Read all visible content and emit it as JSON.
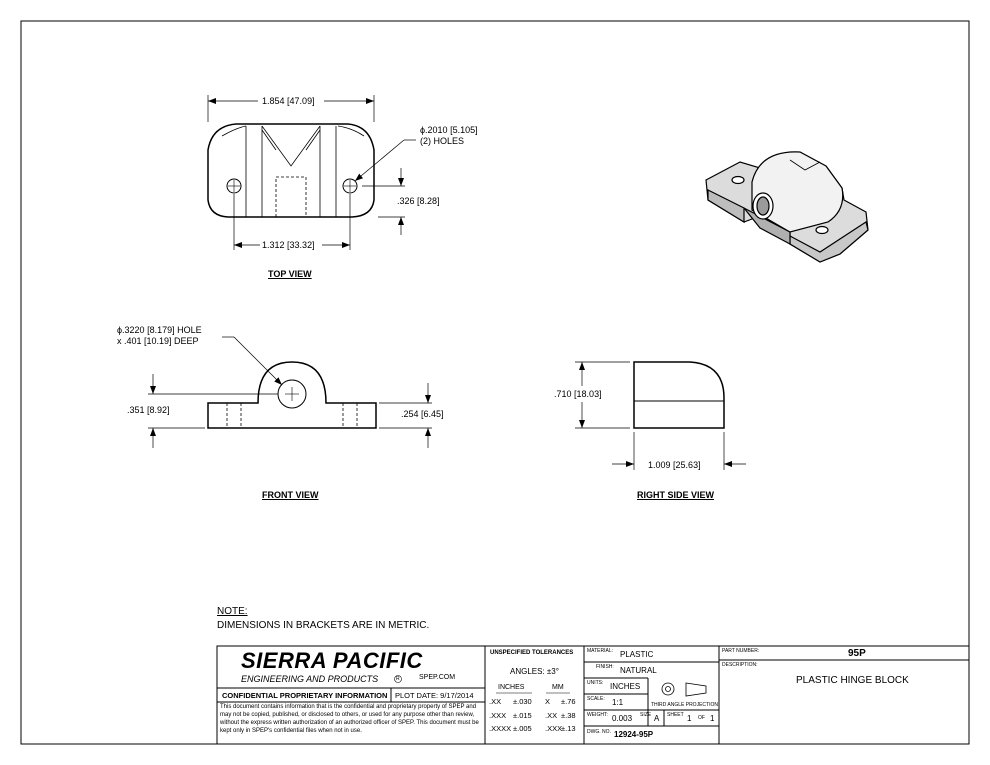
{
  "views": {
    "top": {
      "label": "TOP VIEW",
      "overall_width": {
        "in": "1.854",
        "mm": "[47.09]"
      },
      "hole_callout_1": "ϕ.2010 [5.105]",
      "hole_callout_2": "(2) HOLES",
      "hole_spacing": {
        "in": "1.312",
        "mm": "[33.32]"
      },
      "hole_offset": {
        "in": ".326",
        "mm": "[8.28]"
      }
    },
    "front": {
      "label": "FRONT VIEW",
      "bore_callout_1": "ϕ.3220 [8.179]  HOLE",
      "bore_callout_2": "x .401 [10.19] DEEP",
      "bore_height": {
        "in": ".351",
        "mm": "[8.92]"
      },
      "base_height": {
        "in": ".254",
        "mm": "[6.45]"
      }
    },
    "right_side": {
      "label": "RIGHT SIDE VIEW",
      "height": {
        "in": ".710",
        "mm": "[18.03]"
      },
      "depth": {
        "in": "1.009",
        "mm": "[25.63]"
      }
    }
  },
  "notes": {
    "heading": "NOTE:",
    "text": "DIMENSIONS IN BRACKETS ARE IN METRIC."
  },
  "title_block": {
    "company": "SIERRA PACIFIC",
    "company_sub": "ENGINEERING AND PRODUCTS",
    "registered_mark": "R",
    "website": "SPEP.COM",
    "confidential_heading": "CONFIDENTIAL PROPRIETARY INFORMATION",
    "plot_date": "PLOT DATE:  9/17/2014",
    "confidential_text": "This document contains information that is the confidential and proprietary property of SPEP and may not be copied, published, or disclosed to others, or used for any purpose other than review, without the express written authorization of an authorized officer of SPEP. This document must be kept only in SPEP's confidential files when not in use.",
    "tolerances": {
      "heading": "UNSPECIFIED TOLERANCES",
      "angles": "ANGLES:  ±3°",
      "inches_header": "INCHES",
      "mm_header": "MM",
      "rows": [
        {
          "in_label": ".XX",
          "in_tol": "±.030",
          "mm_label": "X",
          "mm_tol": "±.76"
        },
        {
          "in_label": ".XXX",
          "in_tol": "±.015",
          "mm_label": ".XX",
          "mm_tol": "±.38"
        },
        {
          "in_label": ".XXXX",
          "in_tol": "±.005",
          "mm_label": ".XXX",
          "mm_tol": "±.13"
        }
      ]
    },
    "material_label": "MATERIAL:",
    "material": "PLASTIC",
    "finish_label": "FINISH:",
    "finish": "NATURAL",
    "units_label": "UNITS:",
    "units": "INCHES",
    "projection_label": "THIRD ANGLE PROJECTION",
    "scale_label": "SCALE:",
    "scale": "1:1",
    "weight_label": "WEIGHT:",
    "weight": "0.003",
    "size_label": "SIZE",
    "size": "A",
    "sheet_label": "SHEET",
    "sheet_num": "1",
    "sheet_of": "OF",
    "sheet_total": "1",
    "dwg_label": "DWG. NO.",
    "dwg_no": "12924-95P",
    "part_number_label": "PART NUMBER:",
    "part_number": "95P",
    "description_label": "DESCRIPTION:",
    "description": "PLASTIC HINGE BLOCK"
  }
}
